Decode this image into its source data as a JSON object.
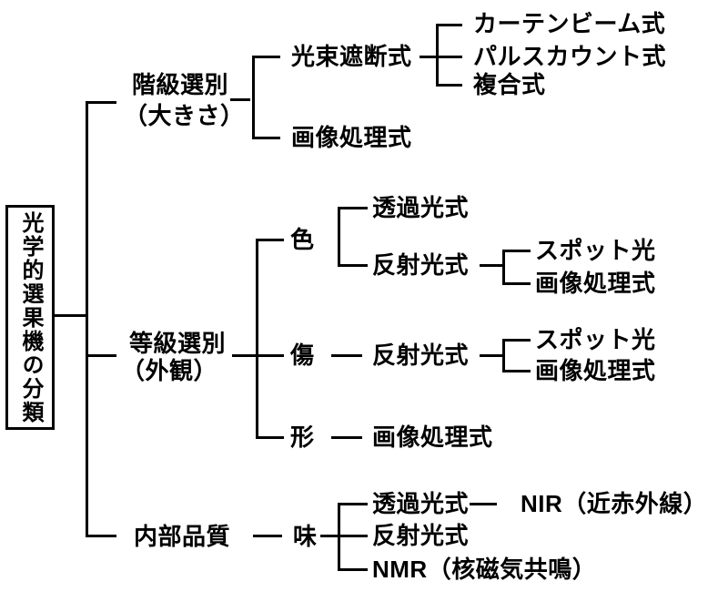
{
  "title": "光学的選果機の分類",
  "colors": {
    "line": "#000000",
    "background": "#ffffff",
    "text": "#000000"
  },
  "tree": {
    "root": {
      "label": "光学的選果機の分類"
    },
    "branches": [
      {
        "label_line1": "階級選別",
        "label_line2": "（大きさ）",
        "children": [
          {
            "label": "光束遮断式",
            "children": [
              {
                "label": "カーテンビーム式"
              },
              {
                "label": "パルスカウント式"
              },
              {
                "label": "複合式"
              }
            ]
          },
          {
            "label": "画像処理式"
          }
        ]
      },
      {
        "label_line1": "等級選別",
        "label_line2": "（外観）",
        "children": [
          {
            "label": "色",
            "children": [
              {
                "label": "透過光式"
              },
              {
                "label": "反射光式",
                "children": [
                  {
                    "label": "スポット光"
                  },
                  {
                    "label": "画像処理式"
                  }
                ]
              }
            ]
          },
          {
            "label": "傷",
            "children": [
              {
                "label": "反射光式",
                "children": [
                  {
                    "label": "スポット光"
                  },
                  {
                    "label": "画像処理式"
                  }
                ]
              }
            ]
          },
          {
            "label": "形",
            "children": [
              {
                "label": "画像処理式"
              }
            ]
          }
        ]
      },
      {
        "label_line1": "内部品質",
        "children": [
          {
            "label": "味",
            "children": [
              {
                "label": "透過光式",
                "children": [
                  {
                    "label": "NIR（近赤外線）"
                  }
                ]
              },
              {
                "label": "反射光式"
              },
              {
                "label": "NMR（核磁気共鳴）"
              }
            ]
          }
        ]
      }
    ]
  }
}
